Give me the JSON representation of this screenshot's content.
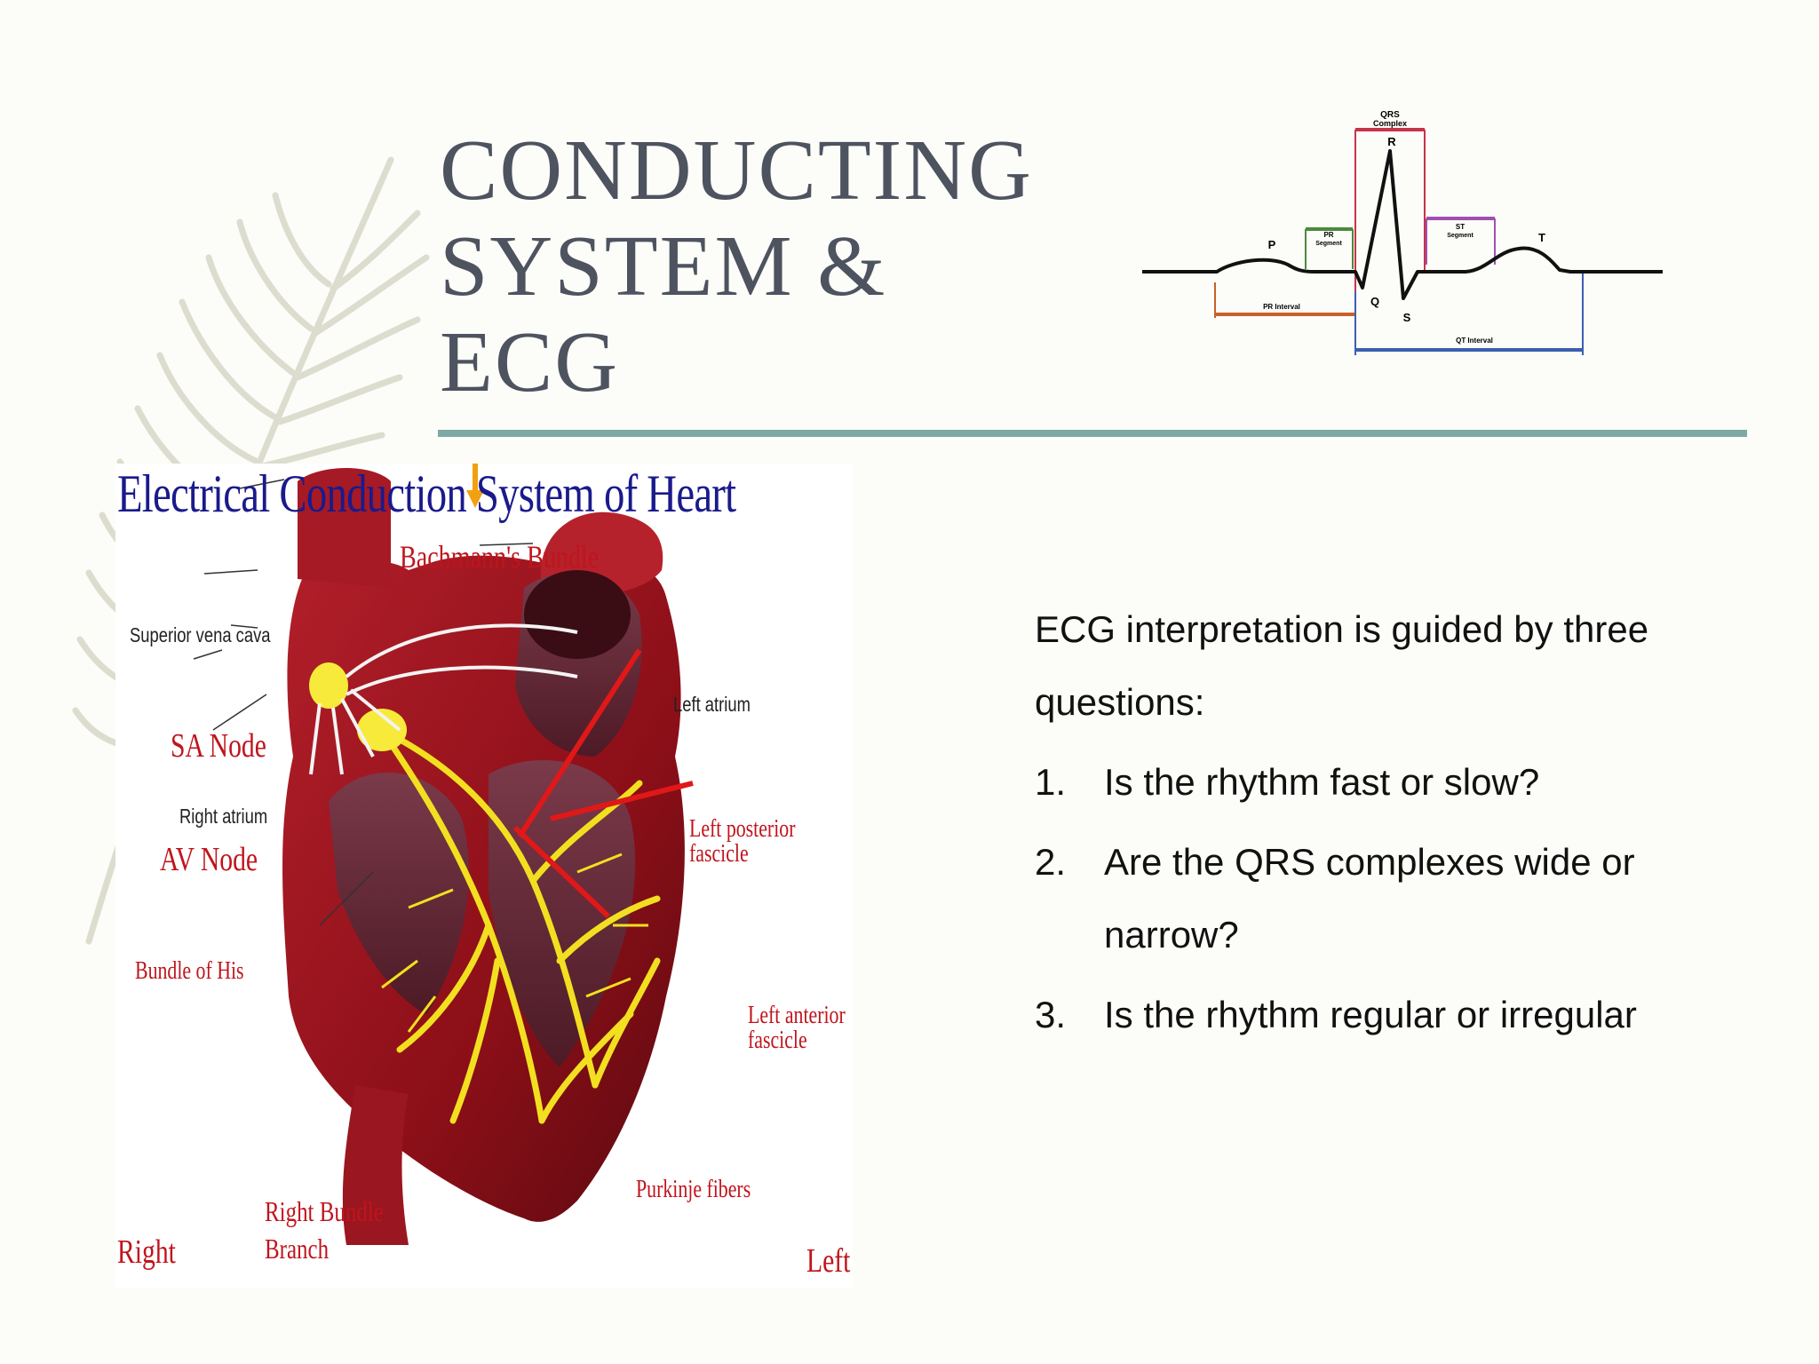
{
  "title": "CONDUCTING\nSYSTEM &\nECG",
  "ecg": {
    "qrs_label_line1": "QRS",
    "qrs_label_line2": "Complex",
    "wave_p": "P",
    "wave_q": "Q",
    "wave_r": "R",
    "wave_s": "S",
    "wave_t": "T",
    "pr_segment_line1": "PR",
    "pr_segment_line2": "Segment",
    "st_segment_line1": "ST",
    "st_segment_line2": "Segment",
    "pr_interval": "PR Interval",
    "qt_interval": "QT Interval"
  },
  "heart": {
    "title": "Electrical Conduction System of Heart",
    "bachmann": "Bachmann's Bundle",
    "svc": "Superior vena cava",
    "left_atrium": "Left atrium",
    "sa_node": "SA Node",
    "right_atrium": "Right atrium",
    "av_node": "AV Node",
    "left_posterior_1": "Left posterior",
    "left_posterior_2": "fascicle",
    "bundle_his": "Bundle of His",
    "left_anterior_1": "Left anterior",
    "left_anterior_2": "fascicle",
    "purkinje": "Purkinje fibers",
    "right_bundle_1": "Right Bundle",
    "right_bundle_2": "Branch",
    "right": "Right",
    "left": "Left"
  },
  "content": {
    "intro": "ECG interpretation is guided by three questions:",
    "questions": [
      {
        "num": "1.",
        "text": "Is the rhythm fast or slow?"
      },
      {
        "num": "2.",
        "text": "Are the QRS complexes wide or narrow?"
      },
      {
        "num": "3.",
        "text": "Is the rhythm regular or irregular"
      }
    ]
  },
  "colors": {
    "title": "#4d535f",
    "rule": "#7ea8a3",
    "heart_title": "#1a1a8c",
    "heart_label_red": "#c0141c"
  }
}
